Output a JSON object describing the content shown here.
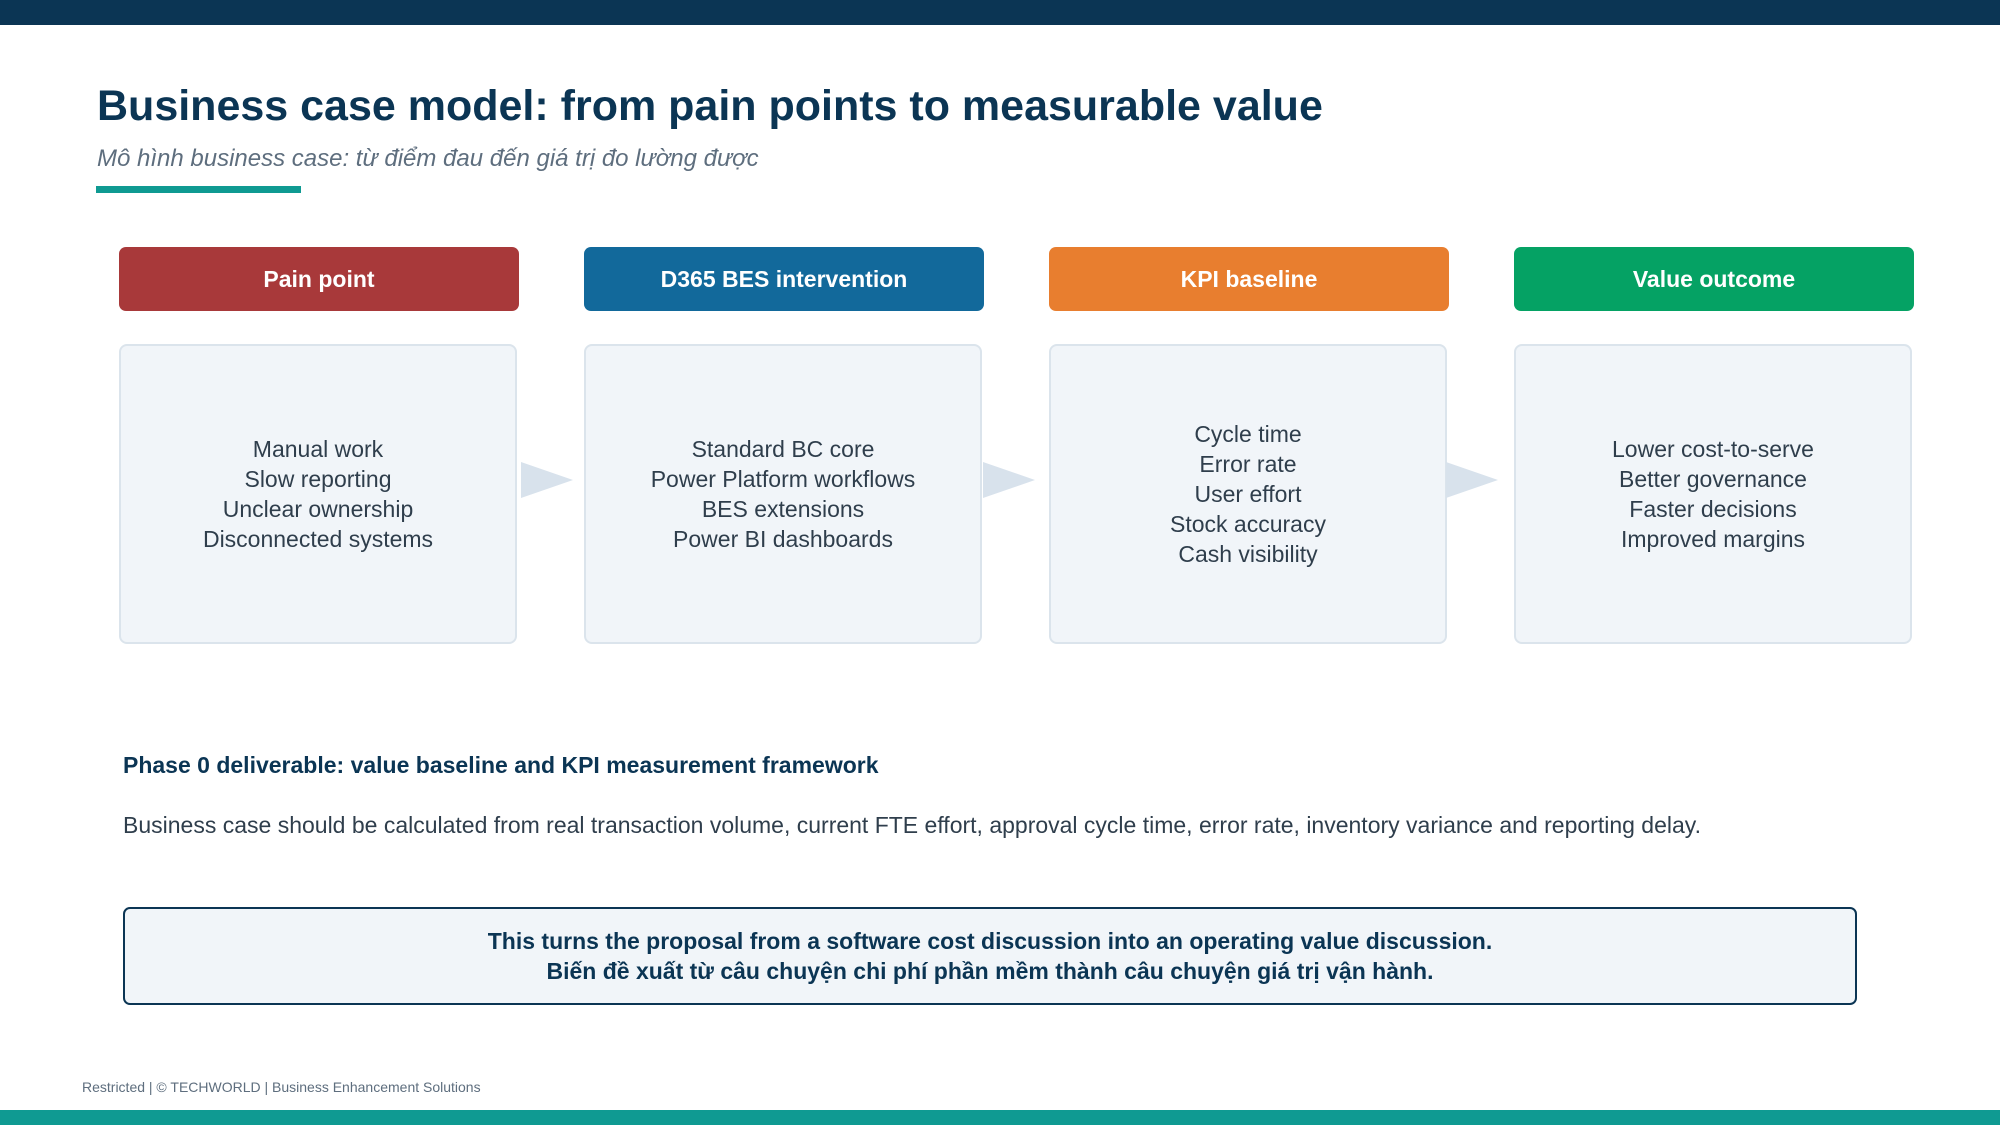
{
  "title": "Business case model: from pain points to measurable value",
  "subtitle": "Mô hình business case: từ điểm đau đến giá trị đo lường được",
  "columns": [
    {
      "header": "Pain point",
      "color": "#a8393a",
      "items": [
        "Manual work",
        "Slow reporting",
        "Unclear ownership",
        "Disconnected systems"
      ]
    },
    {
      "header": "D365 BES intervention",
      "color": "#12699b",
      "items": [
        "Standard BC core",
        "Power Platform workflows",
        "BES extensions",
        "Power BI dashboards"
      ]
    },
    {
      "header": "KPI baseline",
      "color": "#e87e2f",
      "items": [
        "Cycle time",
        "Error rate",
        "User effort",
        "Stock accuracy",
        "Cash visibility"
      ]
    },
    {
      "header": "Value outcome",
      "color": "#05a264",
      "items": [
        "Lower cost-to-serve",
        "Better governance",
        "Faster decisions",
        "Improved margins"
      ]
    }
  ],
  "deliverable": {
    "title": "Phase 0 deliverable: value baseline and KPI measurement framework",
    "text": "Business case should be calculated from real transaction volume, current FTE effort, approval cycle time, error rate, inventory variance and reporting delay."
  },
  "callout": {
    "line1": "This turns the proposal from a software cost discussion into an operating value discussion.",
    "line2": "Biến đề xuất từ câu chuyện chi phí phần mềm thành câu chuyện giá trị vận hành."
  },
  "footer": "Restricted | © TECHWORLD | Business Enhancement Solutions"
}
